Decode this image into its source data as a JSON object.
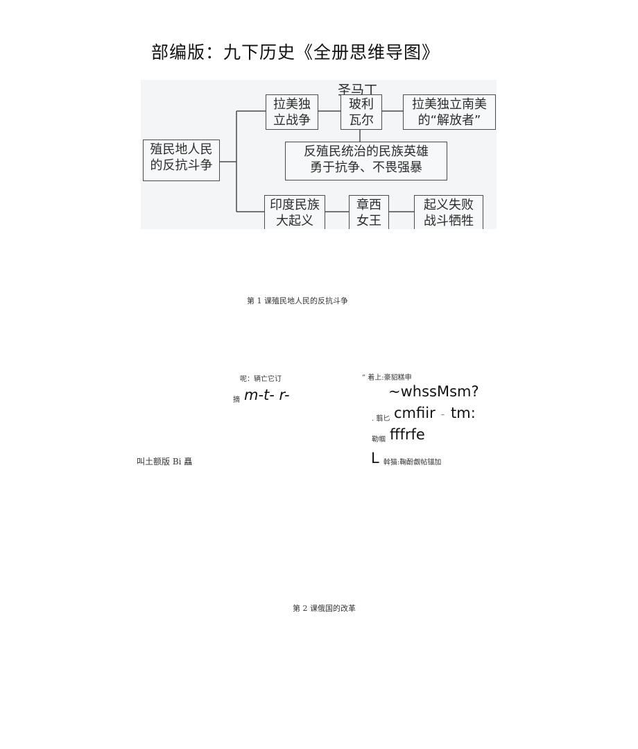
{
  "page": {
    "title": "部编版：九下历史《全册思维导图》"
  },
  "diagram": {
    "root": [
      "殖民地人民",
      "的反抗斗争"
    ],
    "latin_war": [
      "拉美独",
      "立战争"
    ],
    "san_martin": "圣马丁",
    "bolivar": [
      "玻利",
      "瓦尔"
    ],
    "liberator": [
      "拉美独立南美",
      "的“解放者”"
    ],
    "heroes": [
      "反殖民统治的民族英雄",
      "勇于抗争、不畏强暴"
    ],
    "indian_uprising": [
      "印度民族",
      "大起义"
    ],
    "rani": [
      "章西",
      "女王"
    ],
    "failure": [
      "起义失败",
      "战斗牺牲"
    ]
  },
  "lesson1": {
    "caption": "第 1 课殖民地人民的反抗斗争"
  },
  "garbled": {
    "left_top": "呢：辆亡它订",
    "left_prefix": "摘",
    "left_big": "m-t- r-",
    "left_bottom": "叫土额版 Bi  矗",
    "right_top": "” 着上:豪貂糕申",
    "right_big1": "~whssMsm?",
    "right_prefix2": ". 翦匕",
    "right_big2": "cmfiir",
    "right_dash": "–",
    "right_big2b": "tm:",
    "right_prefix3": "勒帼",
    "right_big3": "fffrfe",
    "right_bigL": "L",
    "right_bottom": "斡猫:鞠酚觑帖锚加"
  },
  "lesson2": {
    "caption": "第 2 课俄国的改革"
  }
}
